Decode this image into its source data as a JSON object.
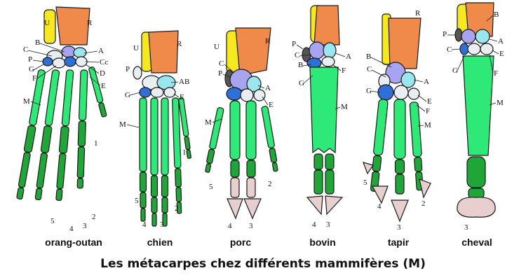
{
  "caption": "Les métacarpes chez différents mammifères (M)",
  "animals": [
    {
      "name": "orang-outan",
      "labels": [
        "U",
        "R",
        "B",
        "C",
        "A",
        "P",
        "Cc",
        "G",
        "D",
        "F",
        "E",
        "M",
        "1",
        "5",
        "4",
        "3",
        "2"
      ]
    },
    {
      "name": "chien",
      "labels": [
        "U",
        "R",
        "P",
        "AB",
        "G",
        "E",
        "M",
        "1",
        "5",
        "2",
        "4",
        "3"
      ]
    },
    {
      "name": "porc",
      "labels": [
        "U",
        "R",
        "C",
        "P",
        "A",
        "E",
        "M",
        "5",
        "2",
        "4",
        "3"
      ]
    },
    {
      "name": "bovin",
      "labels": [
        "P",
        "C",
        "B",
        "A",
        "F",
        "G",
        "M",
        "4",
        "3"
      ]
    },
    {
      "name": "tapir",
      "labels": [
        "R",
        "B",
        "C",
        "A",
        "G",
        "E",
        "F",
        "M",
        "5",
        "4",
        "2",
        "3"
      ]
    },
    {
      "name": "cheval",
      "labels": [
        "B",
        "P",
        "A",
        "C",
        "E",
        "G",
        "F",
        "M",
        "3"
      ]
    }
  ],
  "colors": {
    "ulna": "#f6e81e",
    "radius": "#f08a4b",
    "carpal_blue": "#2f6fd8",
    "carpal_lavender": "#a9a4ef",
    "carpal_cyan": "#9ae6ee",
    "carpal_white": "#e8eef2",
    "metacarpal": "#2ee877",
    "phalanx": "#1fa538",
    "hoof": "#e8cfcf",
    "outline": "#1a1a1a"
  }
}
